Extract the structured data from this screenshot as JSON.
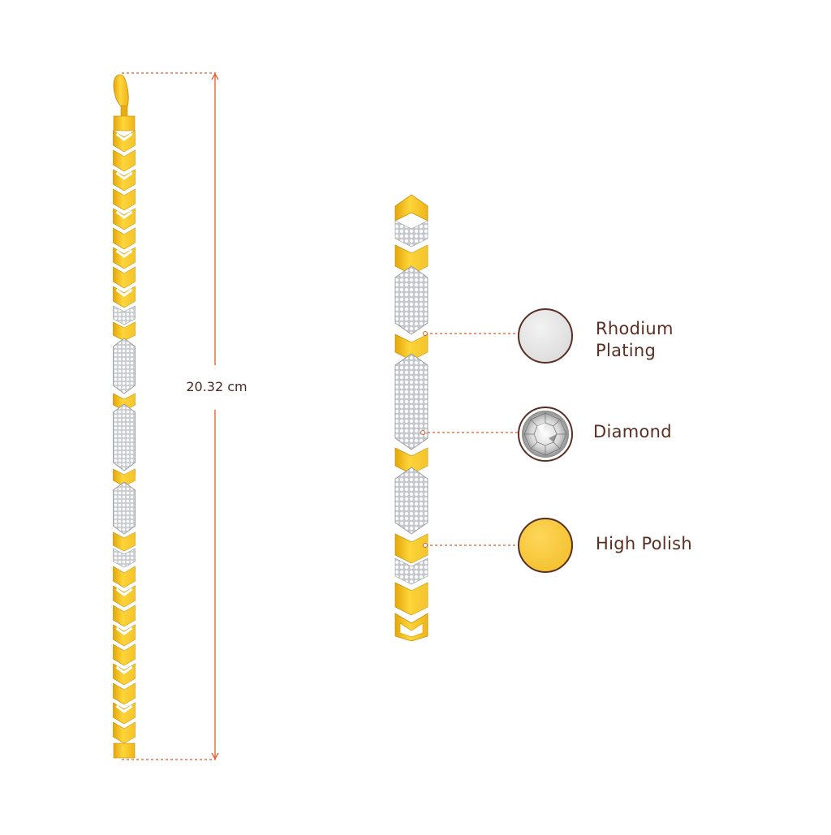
{
  "measurement": {
    "length_label": "20.32 cm"
  },
  "features": [
    {
      "name": "Rhodium Plating",
      "line1": "Rhodium",
      "line2": "Plating",
      "swatch": "rhodium"
    },
    {
      "name": "Diamond",
      "line1": "Diamond",
      "line2": "",
      "swatch": "diamond"
    },
    {
      "name": "High Polish",
      "line1": "High Polish",
      "line2": "",
      "swatch": "gold"
    }
  ],
  "colors": {
    "gold": "#f5c623",
    "gold_dark": "#e0a90f",
    "gold_light": "#ffe27a",
    "rhodium": "#e6e6e6",
    "outline": "#5a2e22",
    "dimension_line": "#e05a2b"
  }
}
